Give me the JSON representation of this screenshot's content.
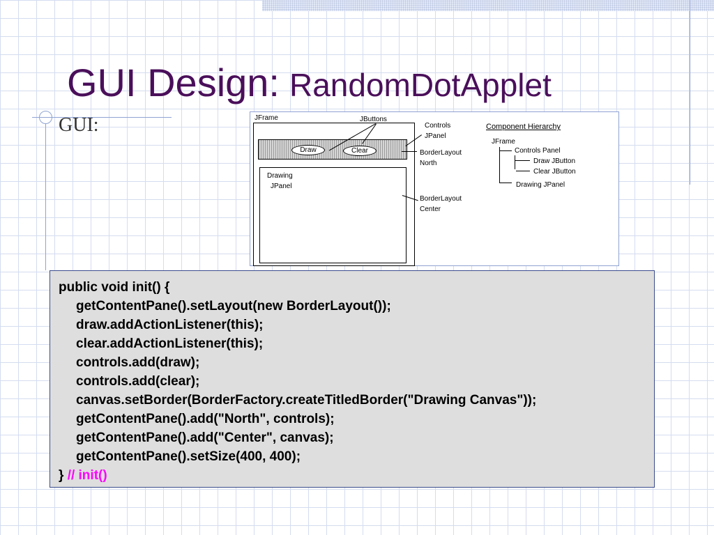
{
  "slide": {
    "title_main": "GUI Design:",
    "title_sub": "RandomDotApplet",
    "bullet": "GUI:"
  },
  "diagram": {
    "jframe_label": "JFrame",
    "jbuttons_label": "JButtons",
    "draw_button": "Draw",
    "clear_button": "Clear",
    "drawing_panel_line1": "Drawing",
    "drawing_panel_line2": "JPanel",
    "controls_label_line1": "Controls",
    "controls_label_line2": "JPanel",
    "north_label_line1": "BorderLayout",
    "north_label_line2": "North",
    "center_label_line1": "BorderLayout",
    "center_label_line2": "Center",
    "hierarchy": {
      "title": "Component Hierarchy",
      "root": "JFrame",
      "controls": "Controls Panel",
      "draw": "Draw JButton",
      "clear": "Clear JButton",
      "drawing": "Drawing JPanel"
    }
  },
  "code": {
    "lines": [
      "public void init() {",
      "getContentPane().setLayout(new BorderLayout());",
      "draw.addActionListener(this);",
      "clear.addActionListener(this);",
      "controls.add(draw);",
      "controls.add(clear);",
      "canvas.setBorder(BorderFactory.createTitledBorder(\"Drawing Canvas\"));",
      "getContentPane().add(\"North\", controls);",
      "getContentPane().add(\"Center\", canvas);",
      "getContentPane().setSize(400, 400);"
    ],
    "closing_brace": "}",
    "closing_comment": "//",
    "closing_method": "init()"
  },
  "colors": {
    "title": "#4a0f5a",
    "code_bg": "#dedede",
    "code_border": "#3a4c8c",
    "comment_accent": "#ff00ff",
    "grid": "#d4dcef",
    "decor_line": "#8fa2d2"
  }
}
